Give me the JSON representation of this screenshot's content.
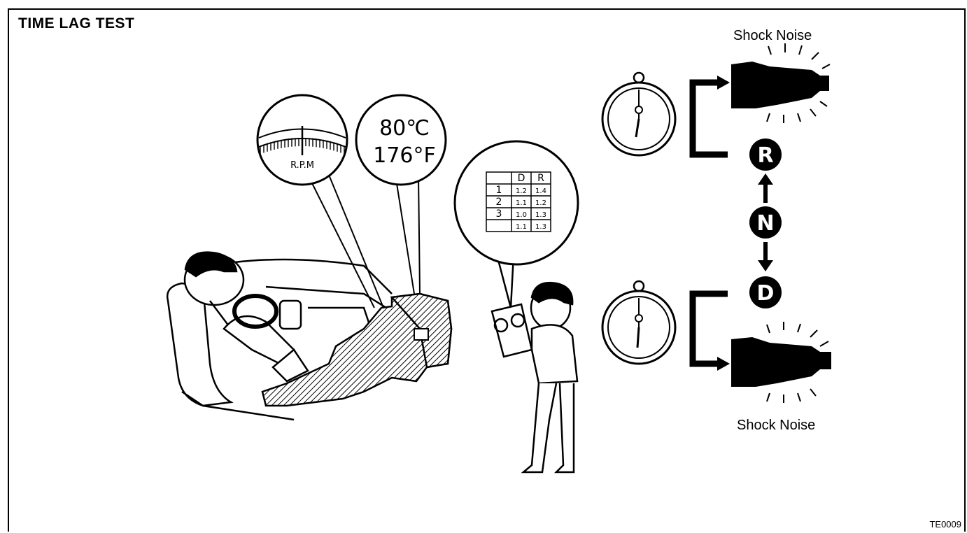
{
  "title": "TIME LAG TEST",
  "figure_code": "TE0009",
  "shock_noise_top": "Shock Noise",
  "shock_noise_bottom": "Shock Noise",
  "tachometer_label": "R.P.M",
  "temperature": {
    "celsius": "80℃",
    "fahrenheit": "176°F"
  },
  "results_table": {
    "headers": [
      "",
      "D",
      "R"
    ],
    "rows": [
      [
        "1",
        "1.2",
        "1.4"
      ],
      [
        "2",
        "1.1",
        "1.2"
      ],
      [
        "3",
        "1.0",
        "1.3"
      ],
      [
        "",
        "1.1",
        "1.3"
      ]
    ]
  },
  "shift_positions": [
    "R",
    "N",
    "D"
  ]
}
